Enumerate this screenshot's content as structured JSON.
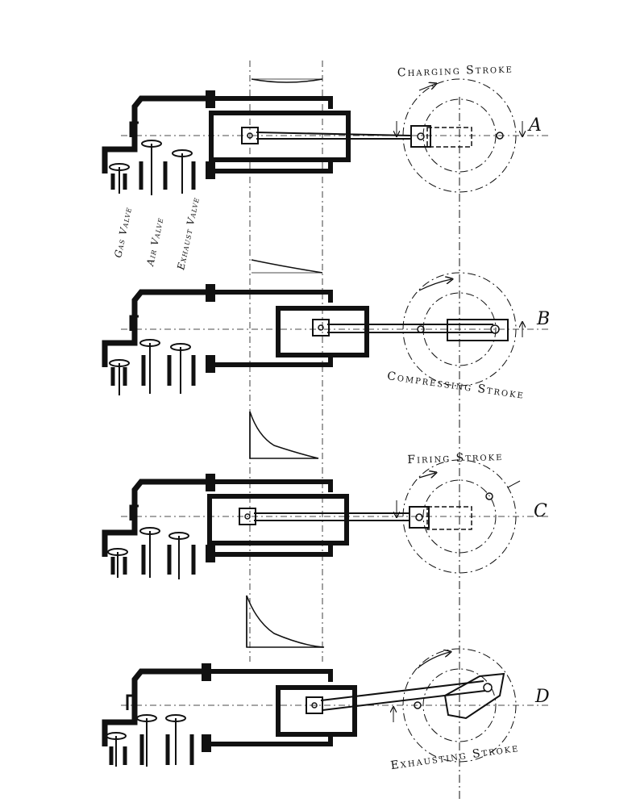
{
  "labels": {
    "gas_valve": "Gas Valve",
    "air_valve": "Air Valve",
    "exhaust_valve": "Exhaust Valve"
  },
  "panels": [
    {
      "letter": "A",
      "stroke": "Charging Stroke"
    },
    {
      "letter": "B",
      "stroke": "Compressing Stroke"
    },
    {
      "letter": "C",
      "stroke": "Firing Stroke"
    },
    {
      "letter": "D",
      "stroke": "Exhausting Stroke"
    }
  ],
  "colors": {
    "ink": "#111111",
    "paper": "#ffffff"
  }
}
